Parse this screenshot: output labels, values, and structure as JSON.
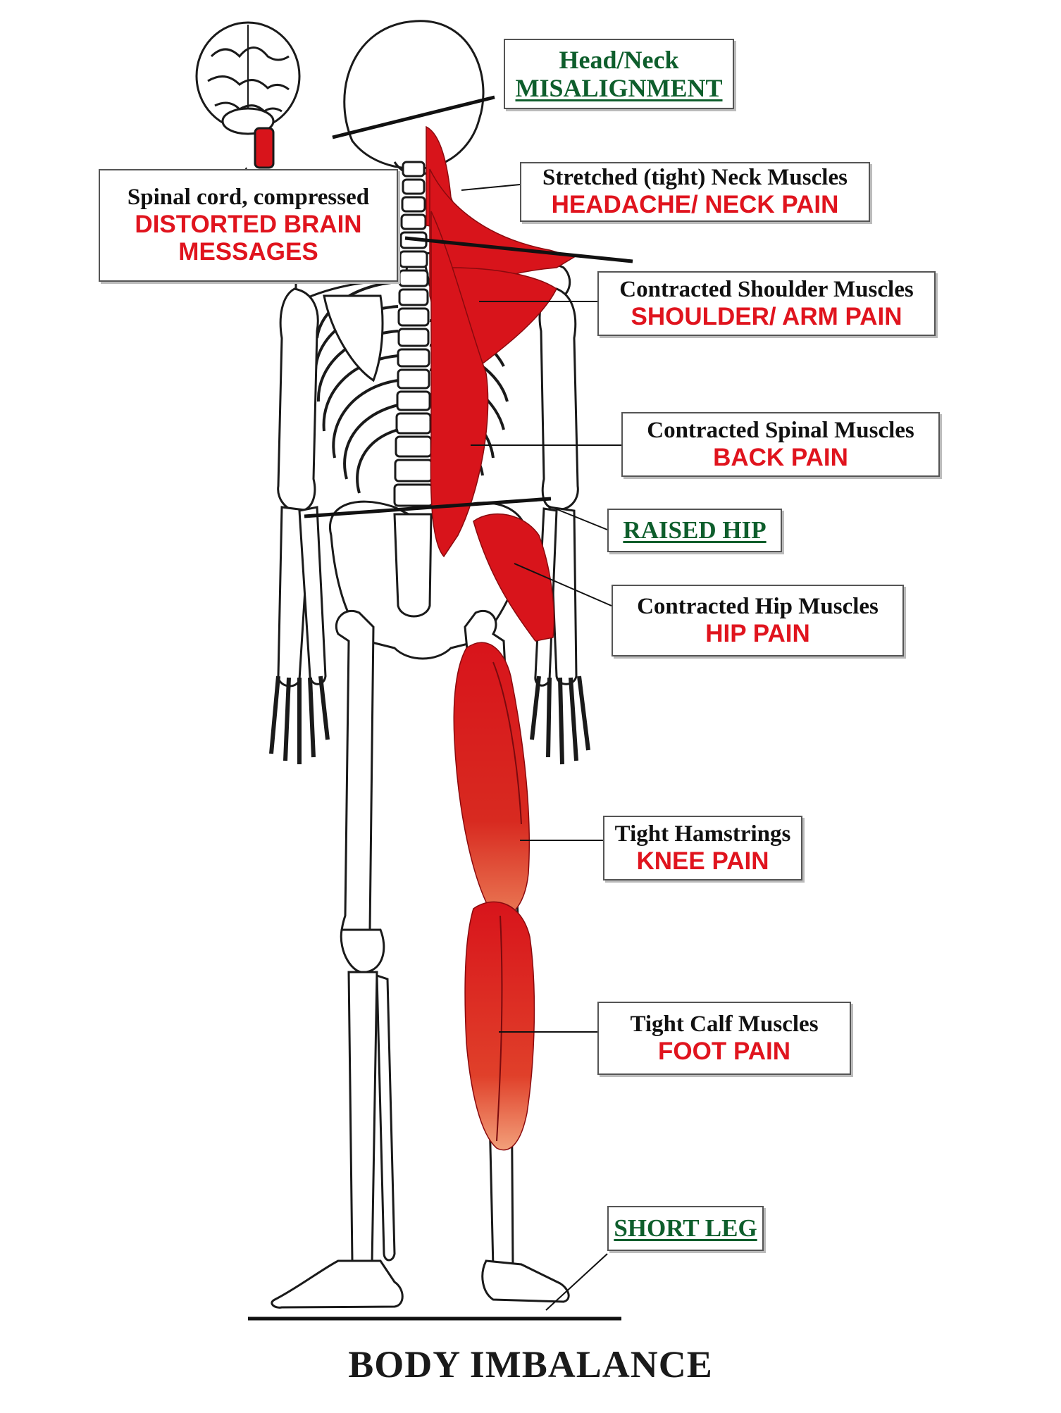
{
  "title": "BODY IMBALANCE",
  "colors": {
    "muscle": "#d8141b",
    "muscle_light": "#ec8a6a",
    "bone_outline": "#1a1a1a",
    "warning_text": "#e0141e",
    "alignment_text": "#0e5e2c"
  },
  "labels": {
    "head_neck": {
      "line1": "Head/Neck",
      "line2": "MISALIGNMENT"
    },
    "spinal_cord": {
      "line1": "Spinal cord, compressed",
      "line2": "DISTORTED BRAIN",
      "line3": "MESSAGES"
    },
    "neck_muscles": {
      "line1": "Stretched (tight) Neck Muscles",
      "line2": "HEADACHE/ NECK PAIN"
    },
    "shoulder_muscles": {
      "line1": "Contracted Shoulder Muscles",
      "line2": "SHOULDER/ ARM PAIN"
    },
    "spinal_muscles": {
      "line1": "Contracted Spinal Muscles",
      "line2": "BACK PAIN"
    },
    "raised_hip": {
      "line1": "RAISED HIP"
    },
    "hip_muscles": {
      "line1": "Contracted Hip Muscles",
      "line2": "HIP PAIN"
    },
    "hamstrings": {
      "line1": "Tight Hamstrings",
      "line2": "KNEE PAIN"
    },
    "calf_muscles": {
      "line1": "Tight Calf Muscles",
      "line2": "FOOT PAIN"
    },
    "short_leg": {
      "line1": "SHORT LEG"
    }
  }
}
